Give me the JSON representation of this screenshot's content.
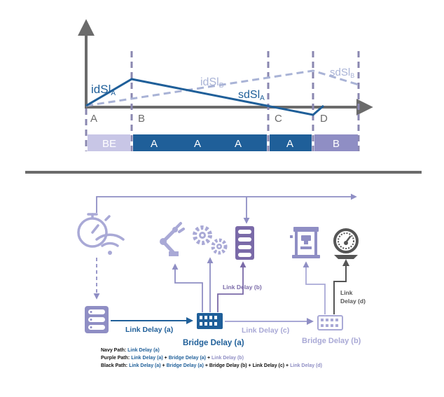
{
  "timeline": {
    "x_labels": [
      "A",
      "B",
      "C",
      "D"
    ],
    "curves": {
      "idsl_a": {
        "main": "idSl",
        "sub": "A"
      },
      "idsl_b": {
        "main": "idSl",
        "sub": "B"
      },
      "sdsl_a": {
        "main": "sdSl",
        "sub": "A"
      },
      "sdsl_b": {
        "main": "sdSl",
        "sub": "B"
      }
    },
    "slots": [
      "BE",
      "A",
      "A",
      "A",
      "A",
      "B"
    ]
  },
  "network": {
    "link_delay_a": "Link Delay (a)",
    "link_delay_b": "Link Delay (b)",
    "link_delay_c": "Link Delay (c)",
    "link_delay_d_line1": "Link",
    "link_delay_d_line2": "Delay (d)",
    "bridge_delay_a": "Bridge Delay (a)",
    "bridge_delay_b": "Bridge Delay (b)"
  },
  "legend": {
    "navy_title": "Navy Path:",
    "purple_title": "Purple Path:",
    "black_title": "Black Path:",
    "link_a": "Link Delay (a)",
    "bridge_a": "Bridge Delay (a)",
    "link_b": "Link Delay (b)",
    "bridge_b": "Bridge Delay (b)",
    "link_c": "Link Delay (c)",
    "link_d": "Link Delay (d)",
    "plus": "+"
  },
  "colors": {
    "navy": "#1f5f99",
    "lavender": "#8f8ec4",
    "light_lavender": "#a9a9d6",
    "gray": "#6b6b6b",
    "purple": "#7a6aa8"
  }
}
